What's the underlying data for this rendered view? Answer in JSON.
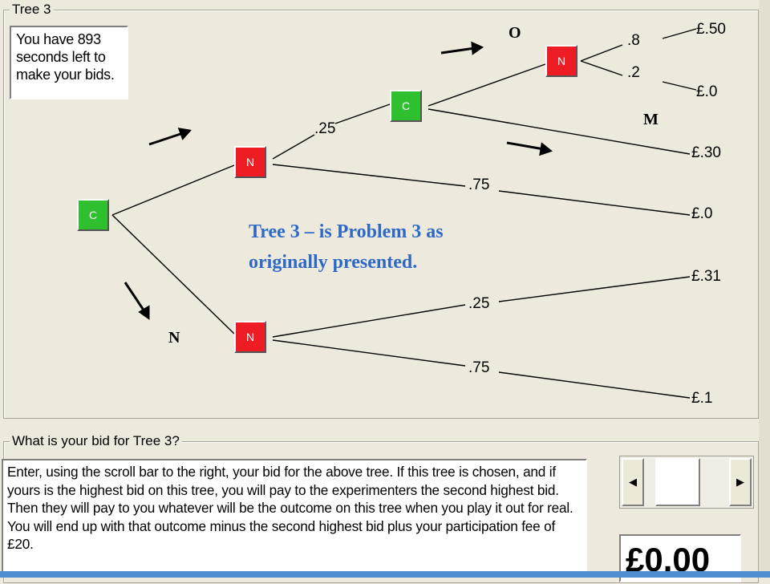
{
  "tree_group": {
    "title": "Tree 3"
  },
  "timer": {
    "text": "You have 893 seconds left to make your bids."
  },
  "nodes": {
    "root": "C",
    "upper_n": "N",
    "lower_n": "N",
    "mid_c": "C",
    "top_n": "N"
  },
  "branch_labels": {
    "upper_025": ".25",
    "upper_075": ".75",
    "lower_025": ".25",
    "lower_075": ".75",
    "top_08": ".8",
    "top_02": ".2"
  },
  "outcomes": {
    "p50": "£.50",
    "p0_top": "£.0",
    "p30": "£.30",
    "p0_mid": "£.0",
    "p31": "£.31",
    "p1": "£.1"
  },
  "annotations": {
    "o": "O",
    "m": "M",
    "n": "N"
  },
  "caption": "Tree 3 – is Problem 3 as originally presented.",
  "bid_group": {
    "title": "What is your bid for Tree 3?"
  },
  "instructions": "Enter, using the scroll bar to the right, your bid for the above tree. If this tree is chosen, and if yours is the highest bid on this tree, you will pay to the experimenters the second highest bid.  Then they will pay to you whatever will be the outcome on this tree when you play it out for real. You will end up with that outcome minus the second highest bid plus your participation fee of £20.",
  "scrollbar": {
    "left_arrow": "◀",
    "right_arrow": "▶"
  },
  "bid": {
    "value": "£0.00"
  }
}
